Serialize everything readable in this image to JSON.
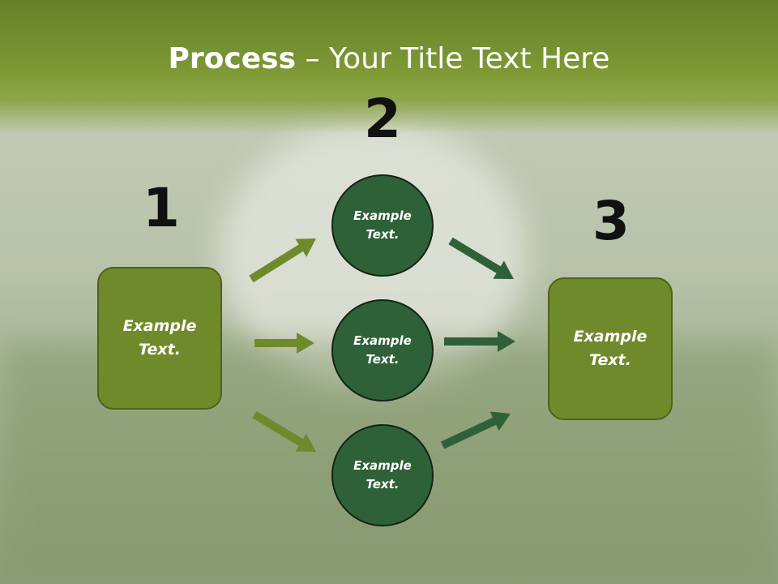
{
  "slide": {
    "title_bold": "Process",
    "title_rest": " – Your Title Text Here",
    "numbers": [
      "1",
      "2",
      "3"
    ],
    "start_box": "Example\nText.",
    "end_box": "Example\nText.",
    "circles": [
      "Example\nText.",
      "Example\nText.",
      "Example\nText."
    ]
  },
  "colors": {
    "box_fill": "#6f8a2b",
    "circle_fill": "#2f6138",
    "arrow_left": "#6f8a2b",
    "arrow_right": "#2f6138",
    "title_bar": "#7e9a35"
  }
}
